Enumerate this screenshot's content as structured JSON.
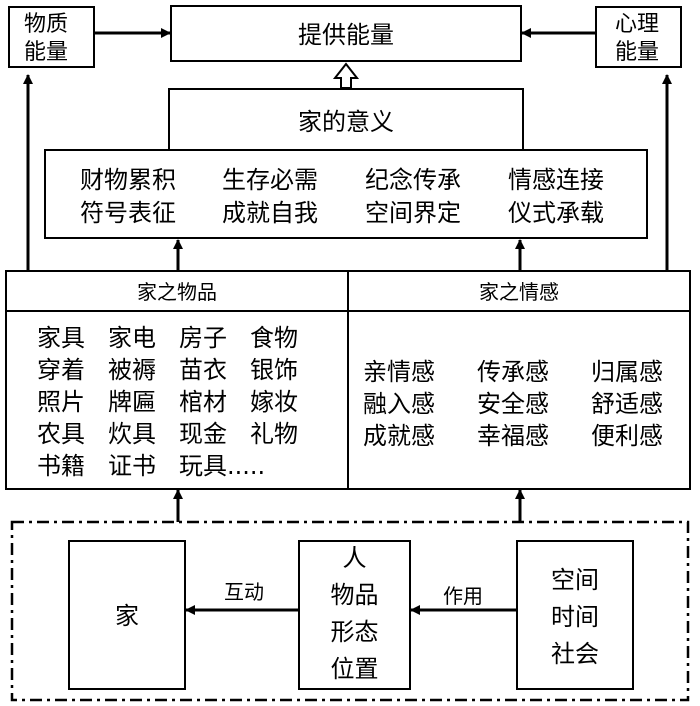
{
  "top": {
    "title": "提供能量",
    "material_energy": [
      "物质",
      "能量"
    ],
    "psych_energy": [
      "心理",
      "能量"
    ]
  },
  "meaning": {
    "title": "家的意义",
    "row1": [
      "财物累积",
      "生存必需",
      "纪念传承",
      "情感连接"
    ],
    "row2": [
      "符号表征",
      "成就自我",
      "空间界定",
      "仪式承载"
    ]
  },
  "items": {
    "title": "家之物品",
    "rows": [
      [
        "家具",
        "家电",
        "房子",
        "食物"
      ],
      [
        "穿着",
        "被褥",
        "苗衣",
        "银饰"
      ],
      [
        "照片",
        "牌匾",
        "棺材",
        "嫁妆"
      ],
      [
        "农具",
        "炊具",
        "现金",
        "礼物"
      ],
      [
        "书籍",
        "证书",
        "玩具....."
      ]
    ]
  },
  "emotions": {
    "title": "家之情感",
    "rows": [
      [
        "亲情感",
        "传承感",
        "归属感"
      ],
      [
        "融入感",
        "安全感",
        "舒适感"
      ],
      [
        "成就感",
        "幸福感",
        "便利感"
      ]
    ]
  },
  "bottom": {
    "home": "家",
    "interact": "互动",
    "middle": [
      "人",
      "物品",
      "形态",
      "位置"
    ],
    "act": "作用",
    "right": [
      "空间",
      "时间",
      "社会"
    ]
  }
}
